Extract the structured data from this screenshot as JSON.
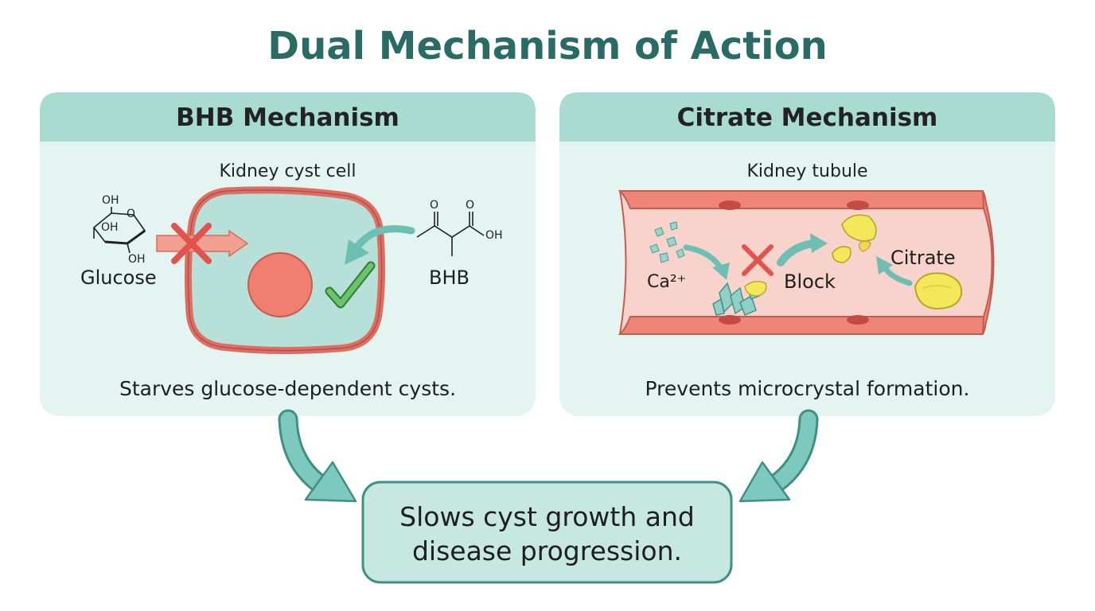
{
  "title": "Dual Mechanism of Action",
  "left_panel": {
    "heading": "BHB Mechanism",
    "subheading": "Kidney cyst cell",
    "glucose_label": "Glucose",
    "glucose_groups": [
      "OH",
      "O",
      "OH",
      "OH"
    ],
    "bhb_label": "BHB",
    "bhb_groups": [
      "O",
      "O",
      "OH"
    ],
    "caption": "Starves glucose-dependent cysts."
  },
  "right_panel": {
    "heading": "Citrate Mechanism",
    "subheading": "Kidney tubule",
    "calcium_label": "Ca²⁺",
    "block_label": "Block",
    "citrate_label": "Citrate",
    "caption": "Prevents microcrystal formation."
  },
  "result": {
    "line1": "Slows cyst growth and",
    "line2": "disease progression."
  },
  "colors": {
    "title": "#2a6b66",
    "panel_bg": "#e4f4f1",
    "panel_header": "#a8dcd1",
    "cell_border": "#de6e63",
    "nucleus": "#f07f72",
    "arrow_teal": "#6dbeb3",
    "block_x": "#e65a56",
    "check": "#5cbb5a",
    "citrate": "#f2e85a"
  }
}
